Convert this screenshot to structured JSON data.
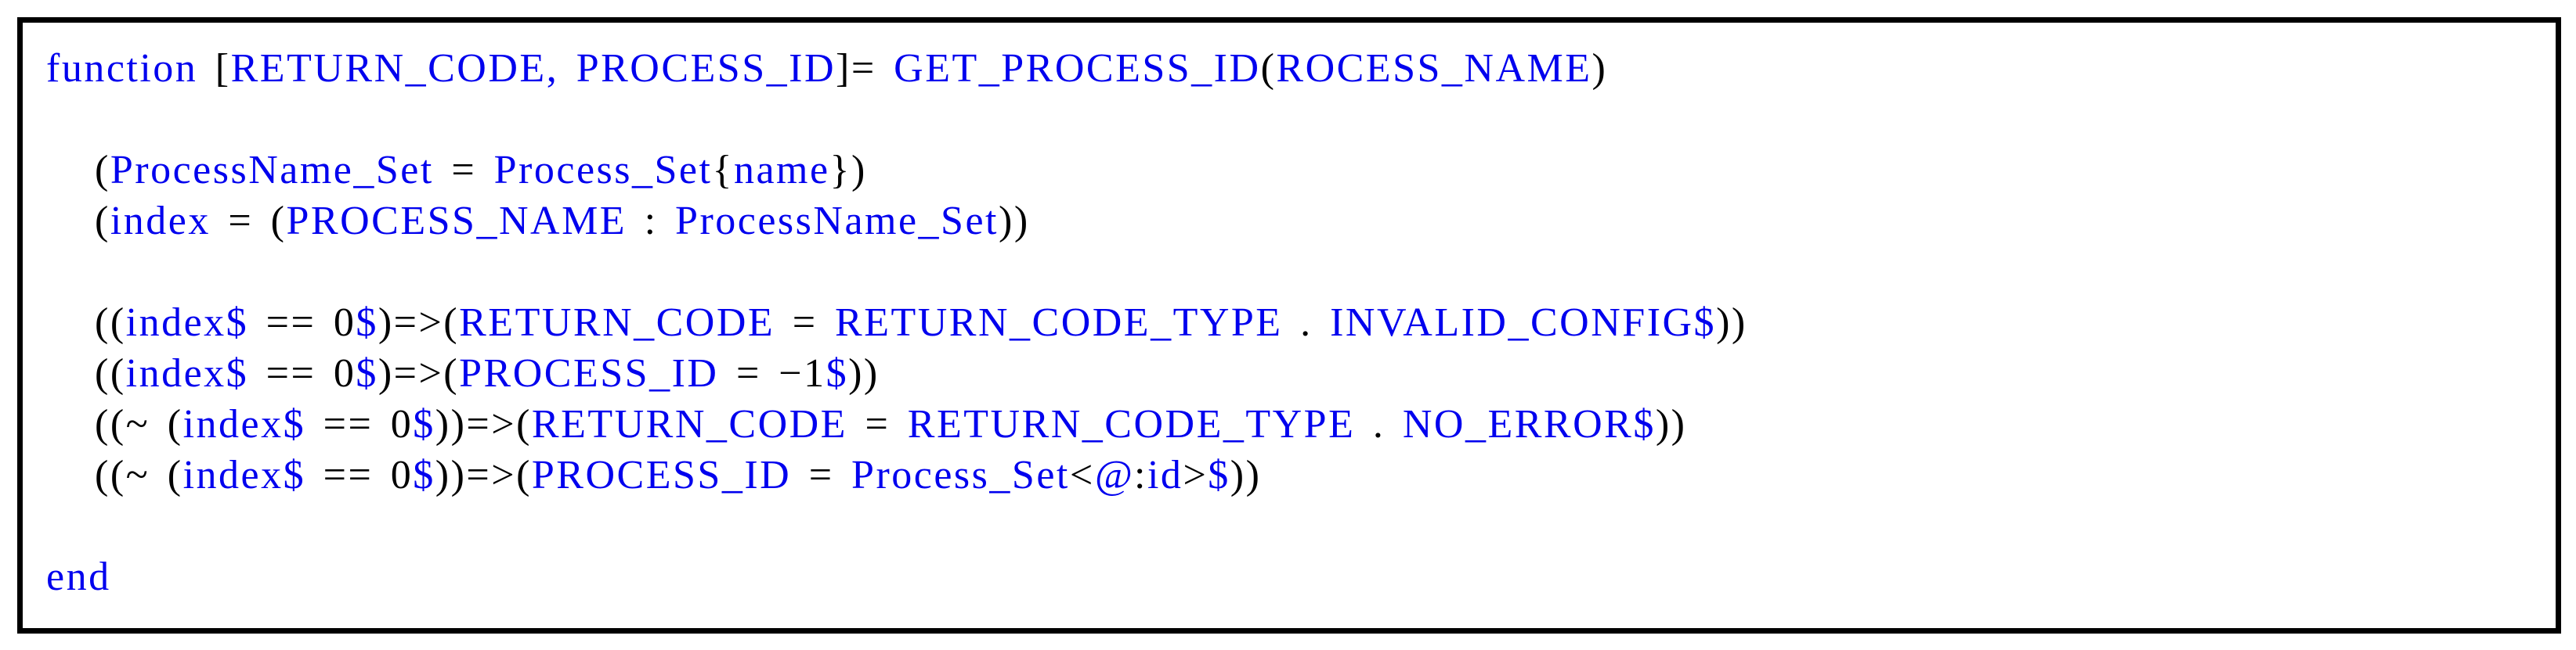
{
  "page": {
    "background": "#ffffff"
  },
  "frame": {
    "border_color": "#000000",
    "background": "#ffffff"
  },
  "colors": {
    "blue": "#0000ee",
    "black": "#000000"
  },
  "code_block": {
    "kind": "pseudocode-listing",
    "lines": [
      {
        "indent": 0,
        "segments": [
          {
            "t": "function",
            "c": "blue"
          },
          {
            "t": " [",
            "c": "black"
          },
          {
            "t": "RETURN_CODE",
            "c": "blue"
          },
          {
            "t": ",",
            "c": "blue"
          },
          {
            "t": " ",
            "c": "black"
          },
          {
            "t": "PROCESS_ID",
            "c": "blue"
          },
          {
            "t": "]= ",
            "c": "black"
          },
          {
            "t": "GET_PROCESS_ID",
            "c": "blue"
          },
          {
            "t": "(",
            "c": "black"
          },
          {
            "t": "ROCESS_NAME",
            "c": "blue"
          },
          {
            "t": ")",
            "c": "black"
          }
        ]
      },
      {
        "indent": 0,
        "segments": []
      },
      {
        "indent": 1,
        "segments": [
          {
            "t": "(",
            "c": "black"
          },
          {
            "t": "ProcessName_Set",
            "c": "blue"
          },
          {
            "t": " = ",
            "c": "black"
          },
          {
            "t": "Process_Set",
            "c": "blue"
          },
          {
            "t": "{",
            "c": "black"
          },
          {
            "t": "name",
            "c": "blue"
          },
          {
            "t": "})",
            "c": "black"
          }
        ]
      },
      {
        "indent": 1,
        "segments": [
          {
            "t": "(",
            "c": "black"
          },
          {
            "t": "index",
            "c": "blue"
          },
          {
            "t": " = (",
            "c": "black"
          },
          {
            "t": "PROCESS_NAME",
            "c": "blue"
          },
          {
            "t": " : ",
            "c": "black"
          },
          {
            "t": "ProcessName_Set",
            "c": "blue"
          },
          {
            "t": "))",
            "c": "black"
          }
        ]
      },
      {
        "indent": 0,
        "segments": []
      },
      {
        "indent": 1,
        "segments": [
          {
            "t": "((",
            "c": "black"
          },
          {
            "t": "index$",
            "c": "blue"
          },
          {
            "t": " == ",
            "c": "black"
          },
          {
            "t": "0",
            "c": "black"
          },
          {
            "t": "$",
            "c": "blue"
          },
          {
            "t": ")=>(",
            "c": "black"
          },
          {
            "t": "RETURN_CODE",
            "c": "blue"
          },
          {
            "t": " = ",
            "c": "black"
          },
          {
            "t": "RETURN_CODE_TYPE",
            "c": "blue"
          },
          {
            "t": " . ",
            "c": "black"
          },
          {
            "t": "INVALID_CONFIG$",
            "c": "blue"
          },
          {
            "t": "))",
            "c": "black"
          }
        ]
      },
      {
        "indent": 1,
        "segments": [
          {
            "t": "((",
            "c": "black"
          },
          {
            "t": "index$",
            "c": "blue"
          },
          {
            "t": " == ",
            "c": "black"
          },
          {
            "t": "0",
            "c": "black"
          },
          {
            "t": "$",
            "c": "blue"
          },
          {
            "t": ")=>(",
            "c": "black"
          },
          {
            "t": "PROCESS_ID",
            "c": "blue"
          },
          {
            "t": " = ",
            "c": "black"
          },
          {
            "t": "−1",
            "c": "black"
          },
          {
            "t": "$",
            "c": "blue"
          },
          {
            "t": "))",
            "c": "black"
          }
        ]
      },
      {
        "indent": 1,
        "segments": [
          {
            "t": "((~ (",
            "c": "black"
          },
          {
            "t": "index$",
            "c": "blue"
          },
          {
            "t": " == ",
            "c": "black"
          },
          {
            "t": "0",
            "c": "black"
          },
          {
            "t": "$",
            "c": "blue"
          },
          {
            "t": "))=>(",
            "c": "black"
          },
          {
            "t": "RETURN_CODE",
            "c": "blue"
          },
          {
            "t": " = ",
            "c": "black"
          },
          {
            "t": "RETURN_CODE_TYPE",
            "c": "blue"
          },
          {
            "t": " . ",
            "c": "black"
          },
          {
            "t": "NO_ERROR$",
            "c": "blue"
          },
          {
            "t": "))",
            "c": "black"
          }
        ]
      },
      {
        "indent": 1,
        "segments": [
          {
            "t": "((~ (",
            "c": "black"
          },
          {
            "t": "index$",
            "c": "blue"
          },
          {
            "t": " == ",
            "c": "black"
          },
          {
            "t": "0",
            "c": "black"
          },
          {
            "t": "$",
            "c": "blue"
          },
          {
            "t": "))=>(",
            "c": "black"
          },
          {
            "t": "PROCESS_ID",
            "c": "blue"
          },
          {
            "t": " = ",
            "c": "black"
          },
          {
            "t": "Process_Set",
            "c": "blue"
          },
          {
            "t": "<",
            "c": "black"
          },
          {
            "t": "@",
            "c": "blue",
            "i": true
          },
          {
            "t": ":",
            "c": "black"
          },
          {
            "t": "id",
            "c": "blue"
          },
          {
            "t": ">",
            "c": "black"
          },
          {
            "t": "$",
            "c": "blue"
          },
          {
            "t": "))",
            "c": "black"
          }
        ]
      },
      {
        "indent": 0,
        "segments": []
      },
      {
        "indent": 0,
        "segments": [
          {
            "t": "end",
            "c": "blue"
          }
        ]
      }
    ]
  }
}
